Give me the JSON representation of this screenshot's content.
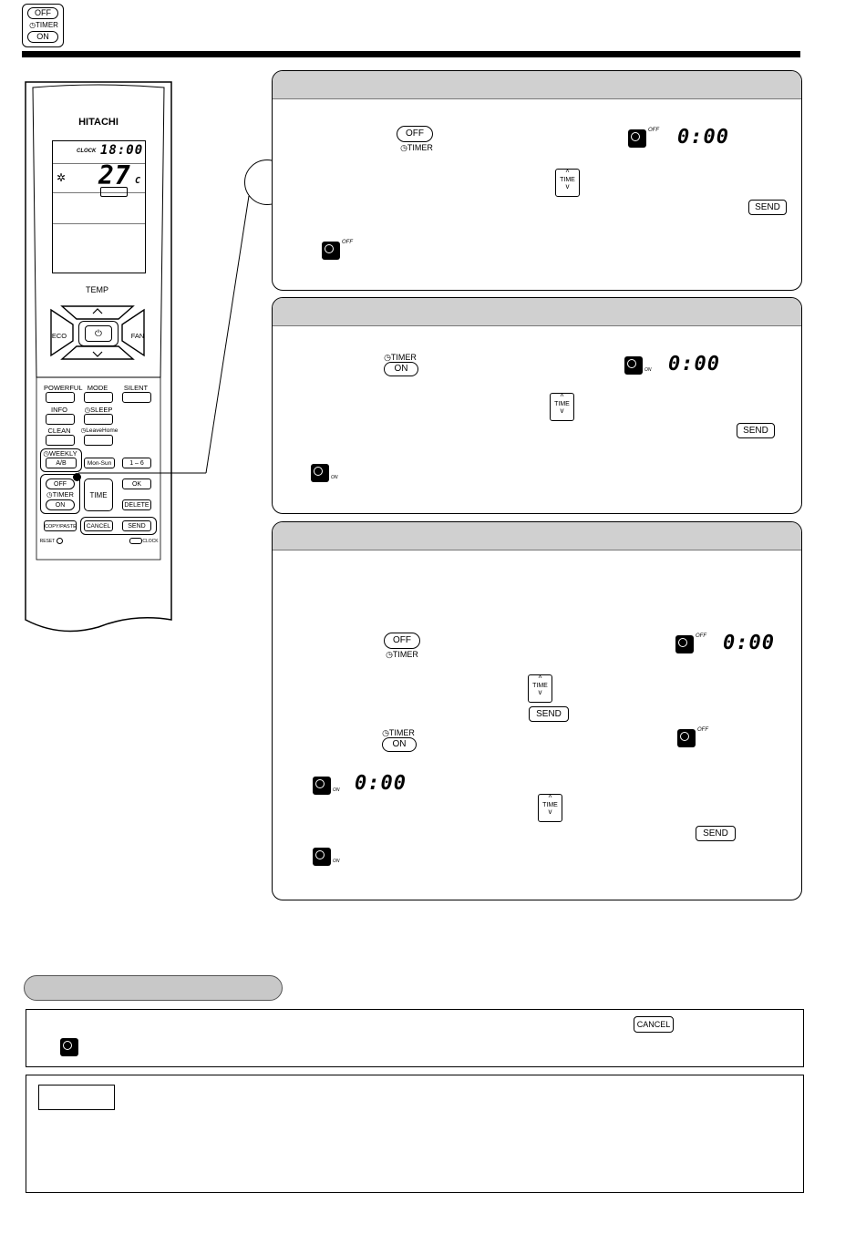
{
  "header_icon": {
    "off_label": "OFF",
    "timer_label": "◷TIMER",
    "on_label": "ON"
  },
  "remote": {
    "brand": "HITACHI",
    "clock_label": "CLOCK",
    "clock_time": "18:00",
    "temperature": "27",
    "temp_unit": "C",
    "temp_label": "TEMP",
    "eco_label": "ECO",
    "fan_label": "FAN",
    "powerful_label": "POWERFUL",
    "mode_label": "MODE",
    "silent_label": "SILENT",
    "info_label": "INFO",
    "sleep_label": "◷SLEEP",
    "clean_label": "CLEAN",
    "leave_home_label": "◷LeaveHome",
    "weekly_label": "◷WEEKLY",
    "weekly_btn": "A/B",
    "mon_sun_btn": "Mon-Sun",
    "one_six_btn": "1 – 6",
    "off_btn": "OFF",
    "timer_label": "◷TIMER",
    "on_btn": "ON",
    "time_btn": "TIME",
    "ok_btn": "OK",
    "delete_btn": "DELETE",
    "copy_paste_btn": "COPY/PASTE",
    "cancel_btn": "CANCEL",
    "send_btn": "SEND",
    "reset_label": "RESET",
    "clock_btn_label": "CLOCK"
  },
  "panels": {
    "off_timer": {
      "off_btn": "OFF",
      "timer_label": "◷TIMER",
      "time_btn": "TIME",
      "send_btn": "SEND",
      "display_time": "0:00",
      "off_tag": "OFF"
    },
    "on_timer": {
      "timer_label": "◷TIMER",
      "on_btn": "ON",
      "time_btn": "TIME",
      "send_btn": "SEND",
      "display_time": "0:00",
      "on_tag": "ON"
    },
    "combined": {
      "off_btn": "OFF",
      "timer_label": "◷TIMER",
      "time_btn": "TIME",
      "send_btn": "SEND",
      "display_time": "0:00",
      "off_tag": "OFF",
      "timer_label2": "◷TIMER",
      "on_btn": "ON",
      "on_tag": "ON",
      "display_time2": "0:00",
      "time_btn2": "TIME",
      "send_btn2": "SEND"
    }
  },
  "cancel_box": {
    "cancel_btn": "CANCEL"
  }
}
